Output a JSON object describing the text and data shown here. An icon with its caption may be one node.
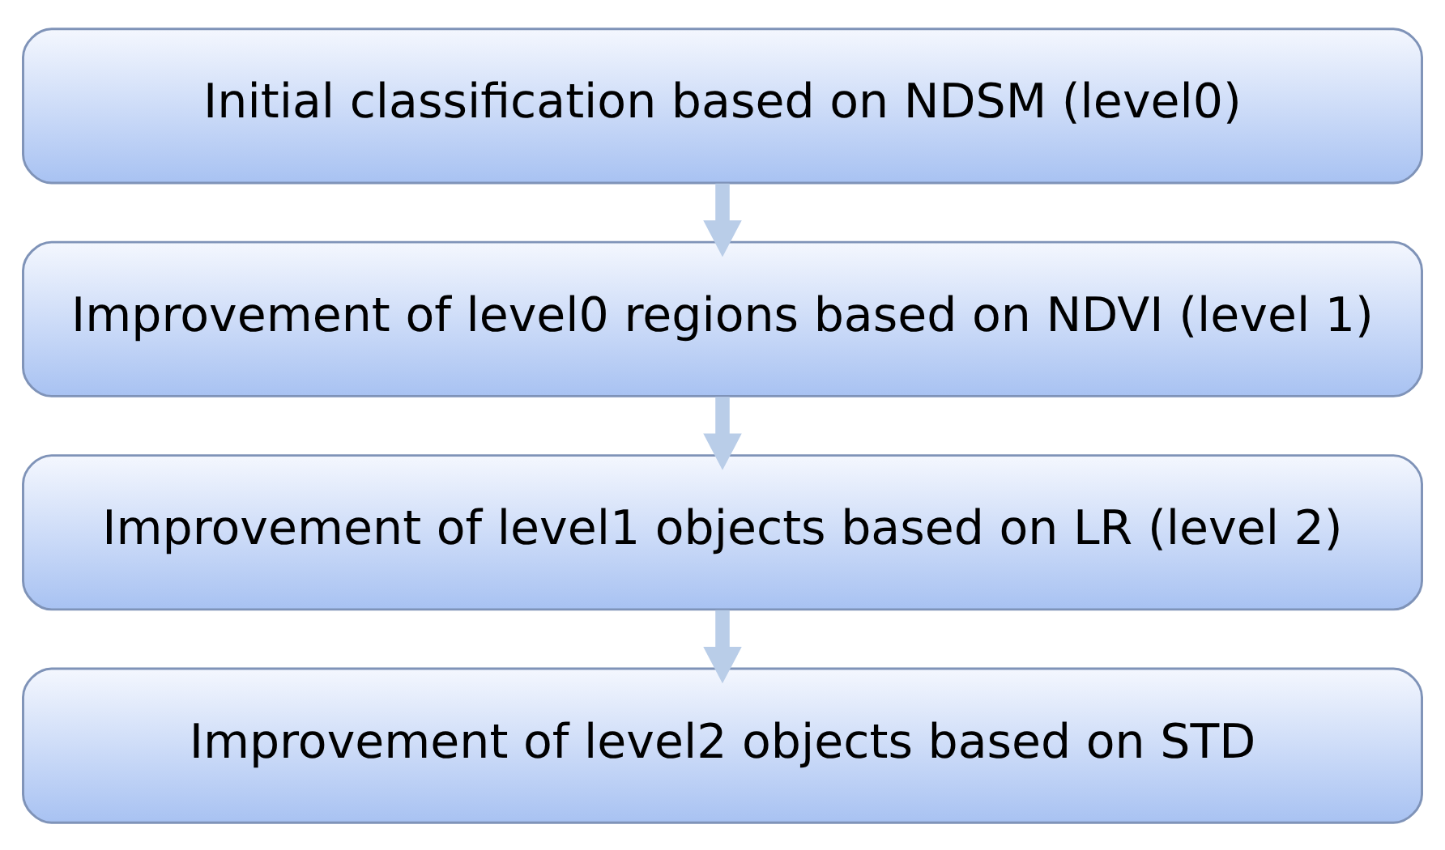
{
  "diagram": {
    "nodes": [
      {
        "text": [
          "Initial classification based on NDSM (level0)"
        ]
      },
      {
        "text": [
          "Improvement of level0 regions based on NDVI (level 1)"
        ]
      },
      {
        "text": [
          "Improvement of level1 objects based on LR (level 2)"
        ]
      },
      {
        "text": [
          "Improvement of level2 objects based on STD"
        ]
      }
    ],
    "edges": [
      {
        "from": 0,
        "to": 1,
        "arrow": "to"
      },
      {
        "from": 1,
        "to": 2,
        "arrow": "to"
      },
      {
        "from": 2,
        "to": 3,
        "arrow": "to"
      }
    ]
  }
}
